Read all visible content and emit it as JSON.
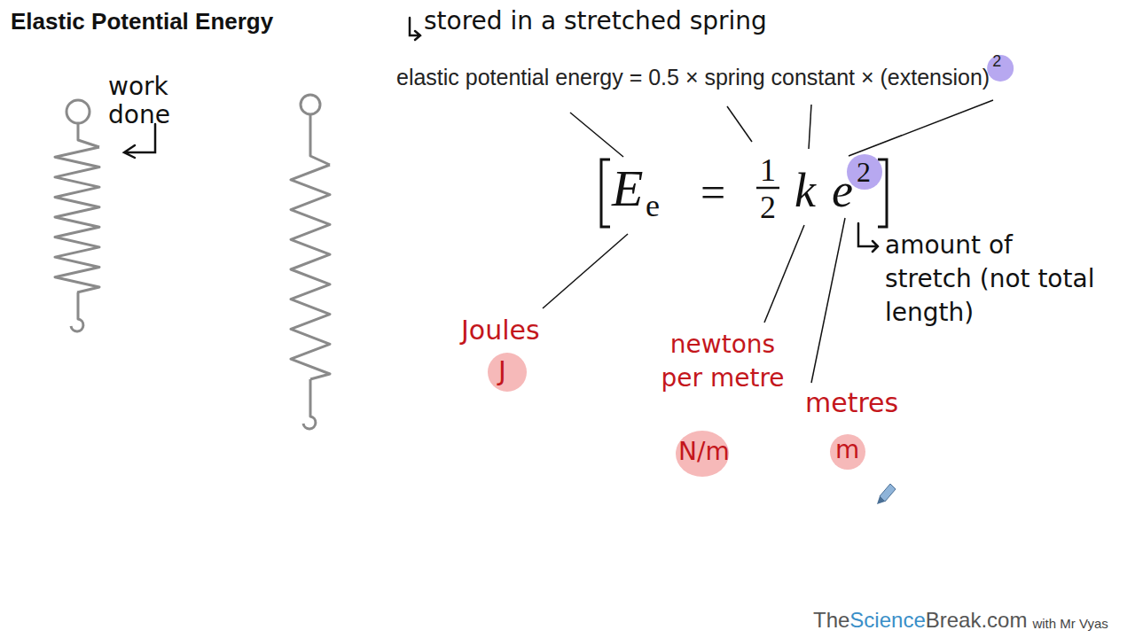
{
  "diagram": {
    "title": "Elastic Potential Energy",
    "labels": [
      "stored in a stretched spring",
      "work done",
      "elastic potential energy = 0.5 × spring constant × (extension)",
      "2",
      "E",
      "e",
      "=",
      "1",
      "2",
      "k",
      "e",
      "2",
      "amount of stretch (not total length)",
      "Joules",
      "J",
      "newtons per metre",
      "N/m",
      "metres",
      "m",
      "The",
      "Science",
      "Break.com",
      "with Mr Vyas"
    ]
  }
}
